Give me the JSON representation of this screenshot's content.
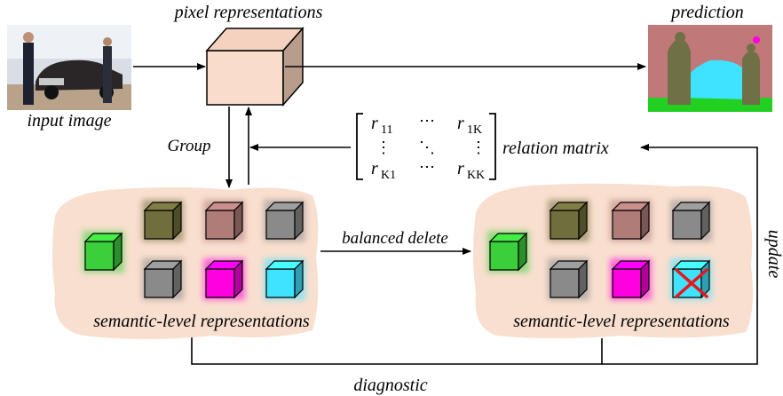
{
  "labels": {
    "pixel_representations": "pixel representations",
    "prediction": "prediction",
    "input_image": "input image",
    "group": "Group",
    "relation_matrix": "relation matrix",
    "balanced_delete": "balanced delete",
    "update": "update",
    "semantic_left": "semantic-level representations",
    "semantic_right": "semantic-level representations",
    "diagnostic": "diagnostic"
  },
  "matrix": {
    "r11": "r",
    "r11_sub": "11",
    "r1K": "r",
    "r1K_sub": "1K",
    "rK1": "r",
    "rK1_sub": "K1",
    "rKK": "r",
    "rKK_sub": "KK",
    "hdots": "⋯",
    "vdots": "⋮",
    "ddots": "⋱"
  },
  "colors": {
    "pixel_cube": "#f9dcc9",
    "cloud": "#f9dfcf",
    "green": "#3ccf3c",
    "olive": "#6f6e3c",
    "rosy": "#b07c78",
    "gray": "#8a8a8a",
    "magenta": "#ff00e0",
    "cyan": "#3fe3ff",
    "cross": "#e8161c"
  },
  "icons": {
    "deleted_marker": "cross-icon"
  }
}
